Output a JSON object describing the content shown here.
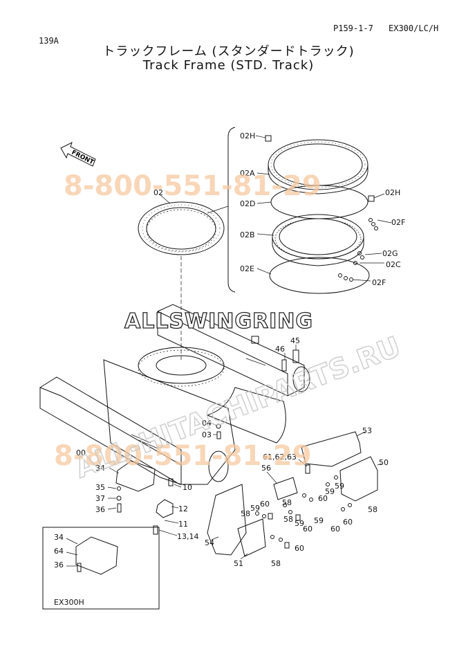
{
  "header": {
    "page_code": "139A",
    "page_ref": "P159-1-7",
    "model": "EX300/LC/H"
  },
  "title": {
    "japanese": "トラックフレーム (スタンダードトラック)",
    "english": "Track Frame (STD. Track)"
  },
  "watermarks": {
    "phone_top": "8-800-551-81-29",
    "phone_bottom": "8-800-551-81-29",
    "brand": "ALLSWINGRING",
    "site": "ALL-HITACHIPARTS.RU"
  },
  "front_arrow": "FRONT",
  "inset_label": "EX300H",
  "part_labels": {
    "p02": "02",
    "p02H_top": "02H",
    "p02A": "02A",
    "p02D": "02D",
    "p02H_right": "02H",
    "p02F_top": "02F",
    "p02B": "02B",
    "p02G": "02G",
    "p02C": "02C",
    "p02E": "02E",
    "p02F_bottom": "02F",
    "p00": "00",
    "p45": "45",
    "p46": "46",
    "p04": "04",
    "p03": "03",
    "p53": "53",
    "p61_63": "61,62,63",
    "p50": "50",
    "p56": "56",
    "p34": "34",
    "p35": "35",
    "p37": "37",
    "p36": "36",
    "p10": "10",
    "p12": "12",
    "p11": "11",
    "p13_14": "13,14",
    "p60_a": "60",
    "p59_a": "59",
    "p59_b": "59",
    "p60_b": "60",
    "p58_a": "58",
    "p58_b": "58",
    "p60_c": "60",
    "p59_c": "59",
    "p58_c": "58",
    "p59_d": "59",
    "p60_d": "60",
    "p60_e": "60",
    "p54": "54",
    "p58_d": "58",
    "p59_e": "59",
    "p60_f": "60",
    "p51": "51",
    "p58_e": "58",
    "inset_34": "34",
    "inset_64": "64",
    "inset_36": "36"
  }
}
